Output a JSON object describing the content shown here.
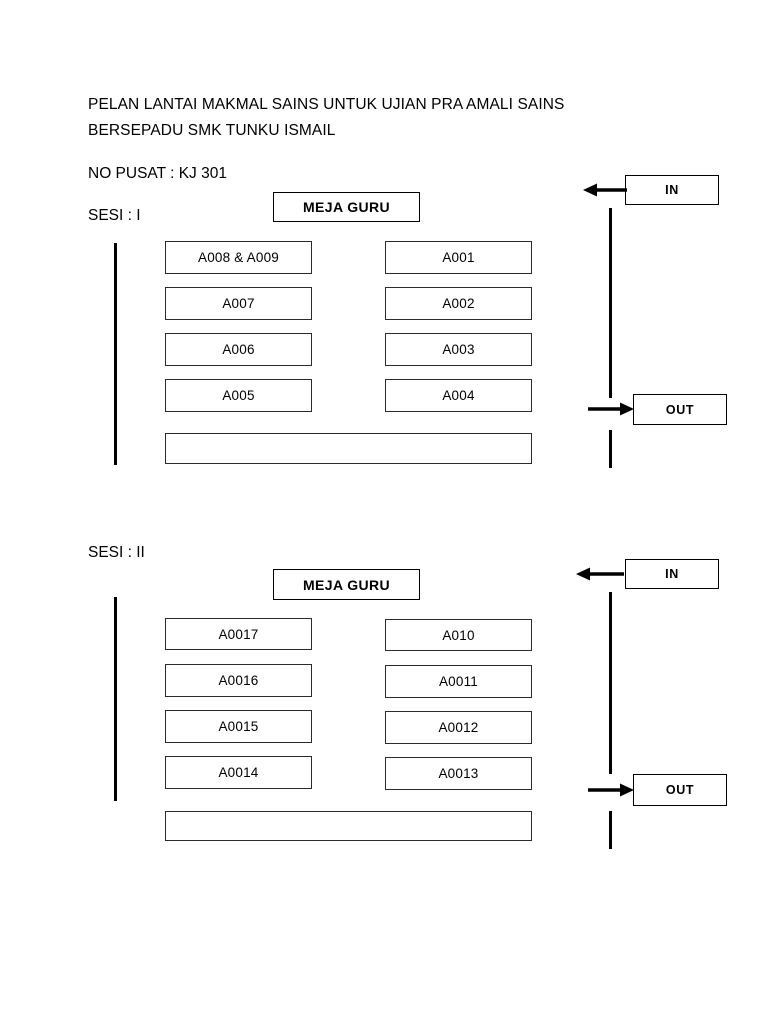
{
  "document": {
    "title_lines": [
      "PELAN LANTAI MAKMAL SAINS UNTUK UJIAN PRA AMALI SAINS",
      "BERSEPADU SMK TUNKU ISMAIL"
    ],
    "centre_number": "NO PUSAT : KJ 301"
  },
  "sessions": [
    {
      "label": "SESI : I",
      "teacher_desk": "MEJA GURU",
      "left_column": [
        "A008 & A009",
        "A007",
        "A006",
        "A005"
      ],
      "right_column": [
        "A001",
        "A002",
        "A003",
        "A004"
      ],
      "bottom_bench": "",
      "entrance": "IN",
      "exit": "OUT"
    },
    {
      "label": "SESI : II",
      "teacher_desk": "MEJA GURU",
      "left_column": [
        "A0017",
        "A0016",
        "A0015",
        "A0014"
      ],
      "right_column": [
        "A010",
        "A0011",
        "A0012",
        "A0013"
      ],
      "bottom_bench": "",
      "entrance": "IN",
      "exit": "OUT"
    }
  ],
  "colors": {
    "ink": "#000000",
    "box_border": "#2b2b2b",
    "paper": "#ffffff"
  }
}
